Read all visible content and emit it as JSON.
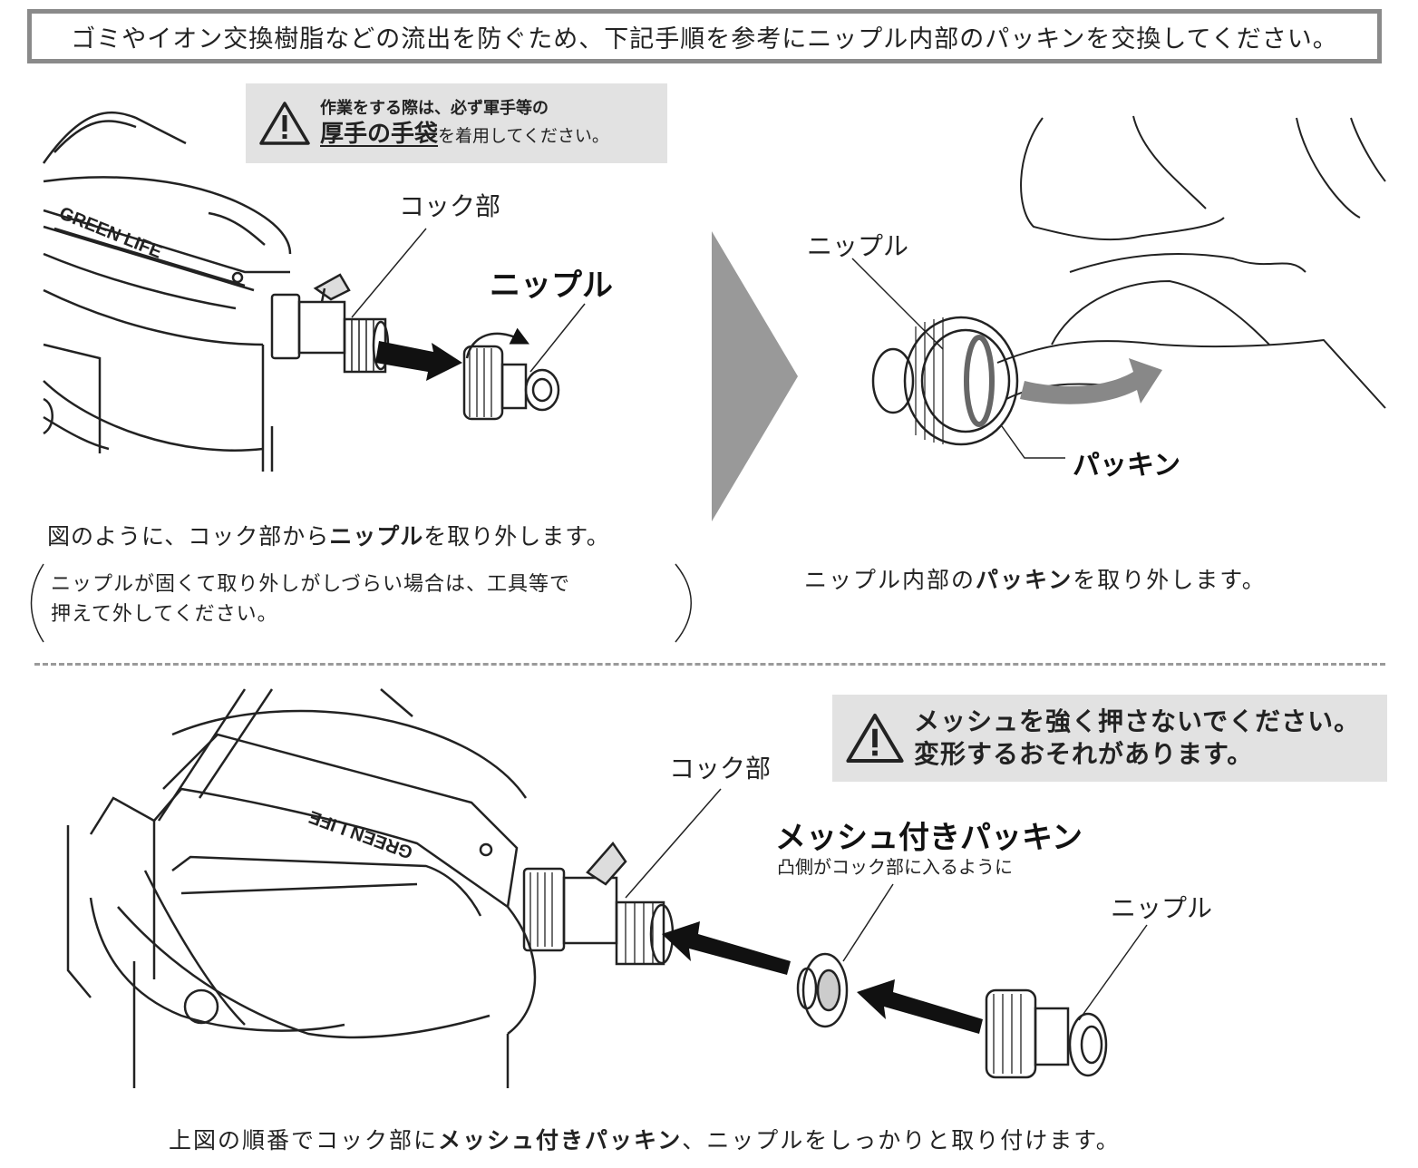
{
  "header": {
    "instruction": "ゴミやイオン交換樹脂などの流出を防ぐため、下記手順を参考にニップル内部のパッキンを交換してください。"
  },
  "step1": {
    "warning_line1": "作業をする際は、必ず軍手等の",
    "warning_emph": "厚手の手袋",
    "warning_rest": "を着用してください。",
    "label_cock": "コック部",
    "label_nipple": "ニップル",
    "brand_text": "GREEN LIFE",
    "caption_pre": "図のように、コック部から",
    "caption_bold": "ニップル",
    "caption_post": "を取り外します。",
    "note_line1": "ニップルが固くて取り外しがしづらい場合は、工具等で",
    "note_line2": "押えて外してください。"
  },
  "step2": {
    "label_nipple": "ニップル",
    "label_packing": "パッキン",
    "caption_pre": "ニップル内部の",
    "caption_bold": "パッキン",
    "caption_post": "を取り外します。"
  },
  "step3": {
    "warning_line1": "メッシュを強く押さないでください。",
    "warning_line2": "変形するおそれがあります。",
    "label_cock": "コック部",
    "label_mesh_packing": "メッシュ付きパッキン",
    "label_mesh_note": "凸側がコック部に入るように",
    "label_nipple": "ニップル",
    "brand_text": "GREEN LIFE",
    "caption_pre": "上図の順番でコック部に",
    "caption_bold": "メッシュ付きパッキン",
    "caption_post": "、ニップルをしっかりと取り付けます。"
  },
  "colors": {
    "warning_bg": "#e2e2e2",
    "frame_gray": "#8a8a8a",
    "arrow_gray": "#999999",
    "line": "#222222"
  },
  "icons": [
    "warning-triangle-icon",
    "right-arrow-icon",
    "rotate-arrow-icon"
  ]
}
